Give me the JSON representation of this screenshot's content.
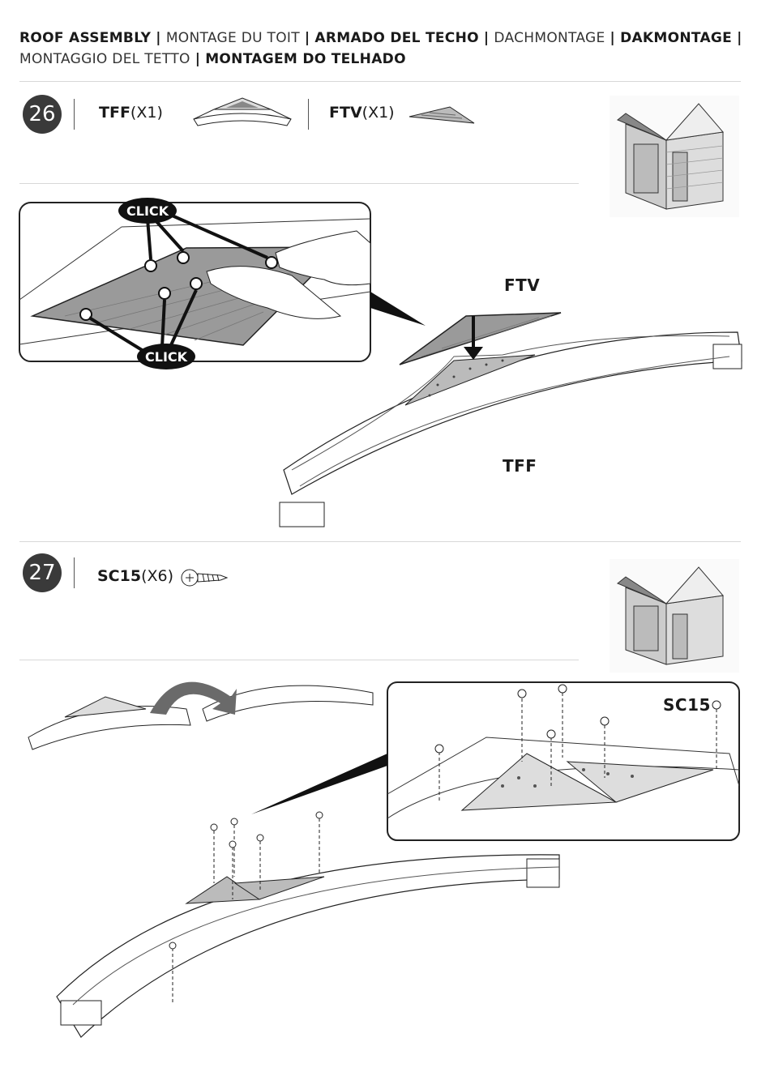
{
  "header": {
    "line1": [
      {
        "text": "ROOF ASSEMBLY",
        "bold": true
      },
      {
        "text": "MONTAGE DU TOIT",
        "bold": false
      },
      {
        "text": "ARMADO DEL TECHO",
        "bold": true
      },
      {
        "text": "DACHMONTAGE",
        "bold": false
      },
      {
        "text": "DAKMONTAGE",
        "bold": true
      }
    ],
    "line2_a": "MONTAGGIO DEL TETTO",
    "line2_b": "MONTAGEM DO TELHADO",
    "separator": "|"
  },
  "step26": {
    "number": "26",
    "part1_code": "TFF",
    "part1_qty": "(X1)",
    "part2_code": "FTV",
    "part2_qty": "(X1)",
    "click_top": "CLICK",
    "click_bottom": "CLICK",
    "label_ftv": "FTV",
    "label_tff": "TFF"
  },
  "step27": {
    "number": "27",
    "part_code": "SC15",
    "part_qty": "(X6)",
    "inset_label": "SC15"
  },
  "colors": {
    "ink": "#1a1a1a",
    "circle": "#3a3a3a",
    "panel_gray": "#9a9a9a",
    "arrow_gray": "#6a6a6a",
    "rule": "#d8d8d8"
  },
  "icons": [
    "screw-icon",
    "shed-thumbnail",
    "curved-arrow-icon",
    "down-arrow-icon"
  ]
}
